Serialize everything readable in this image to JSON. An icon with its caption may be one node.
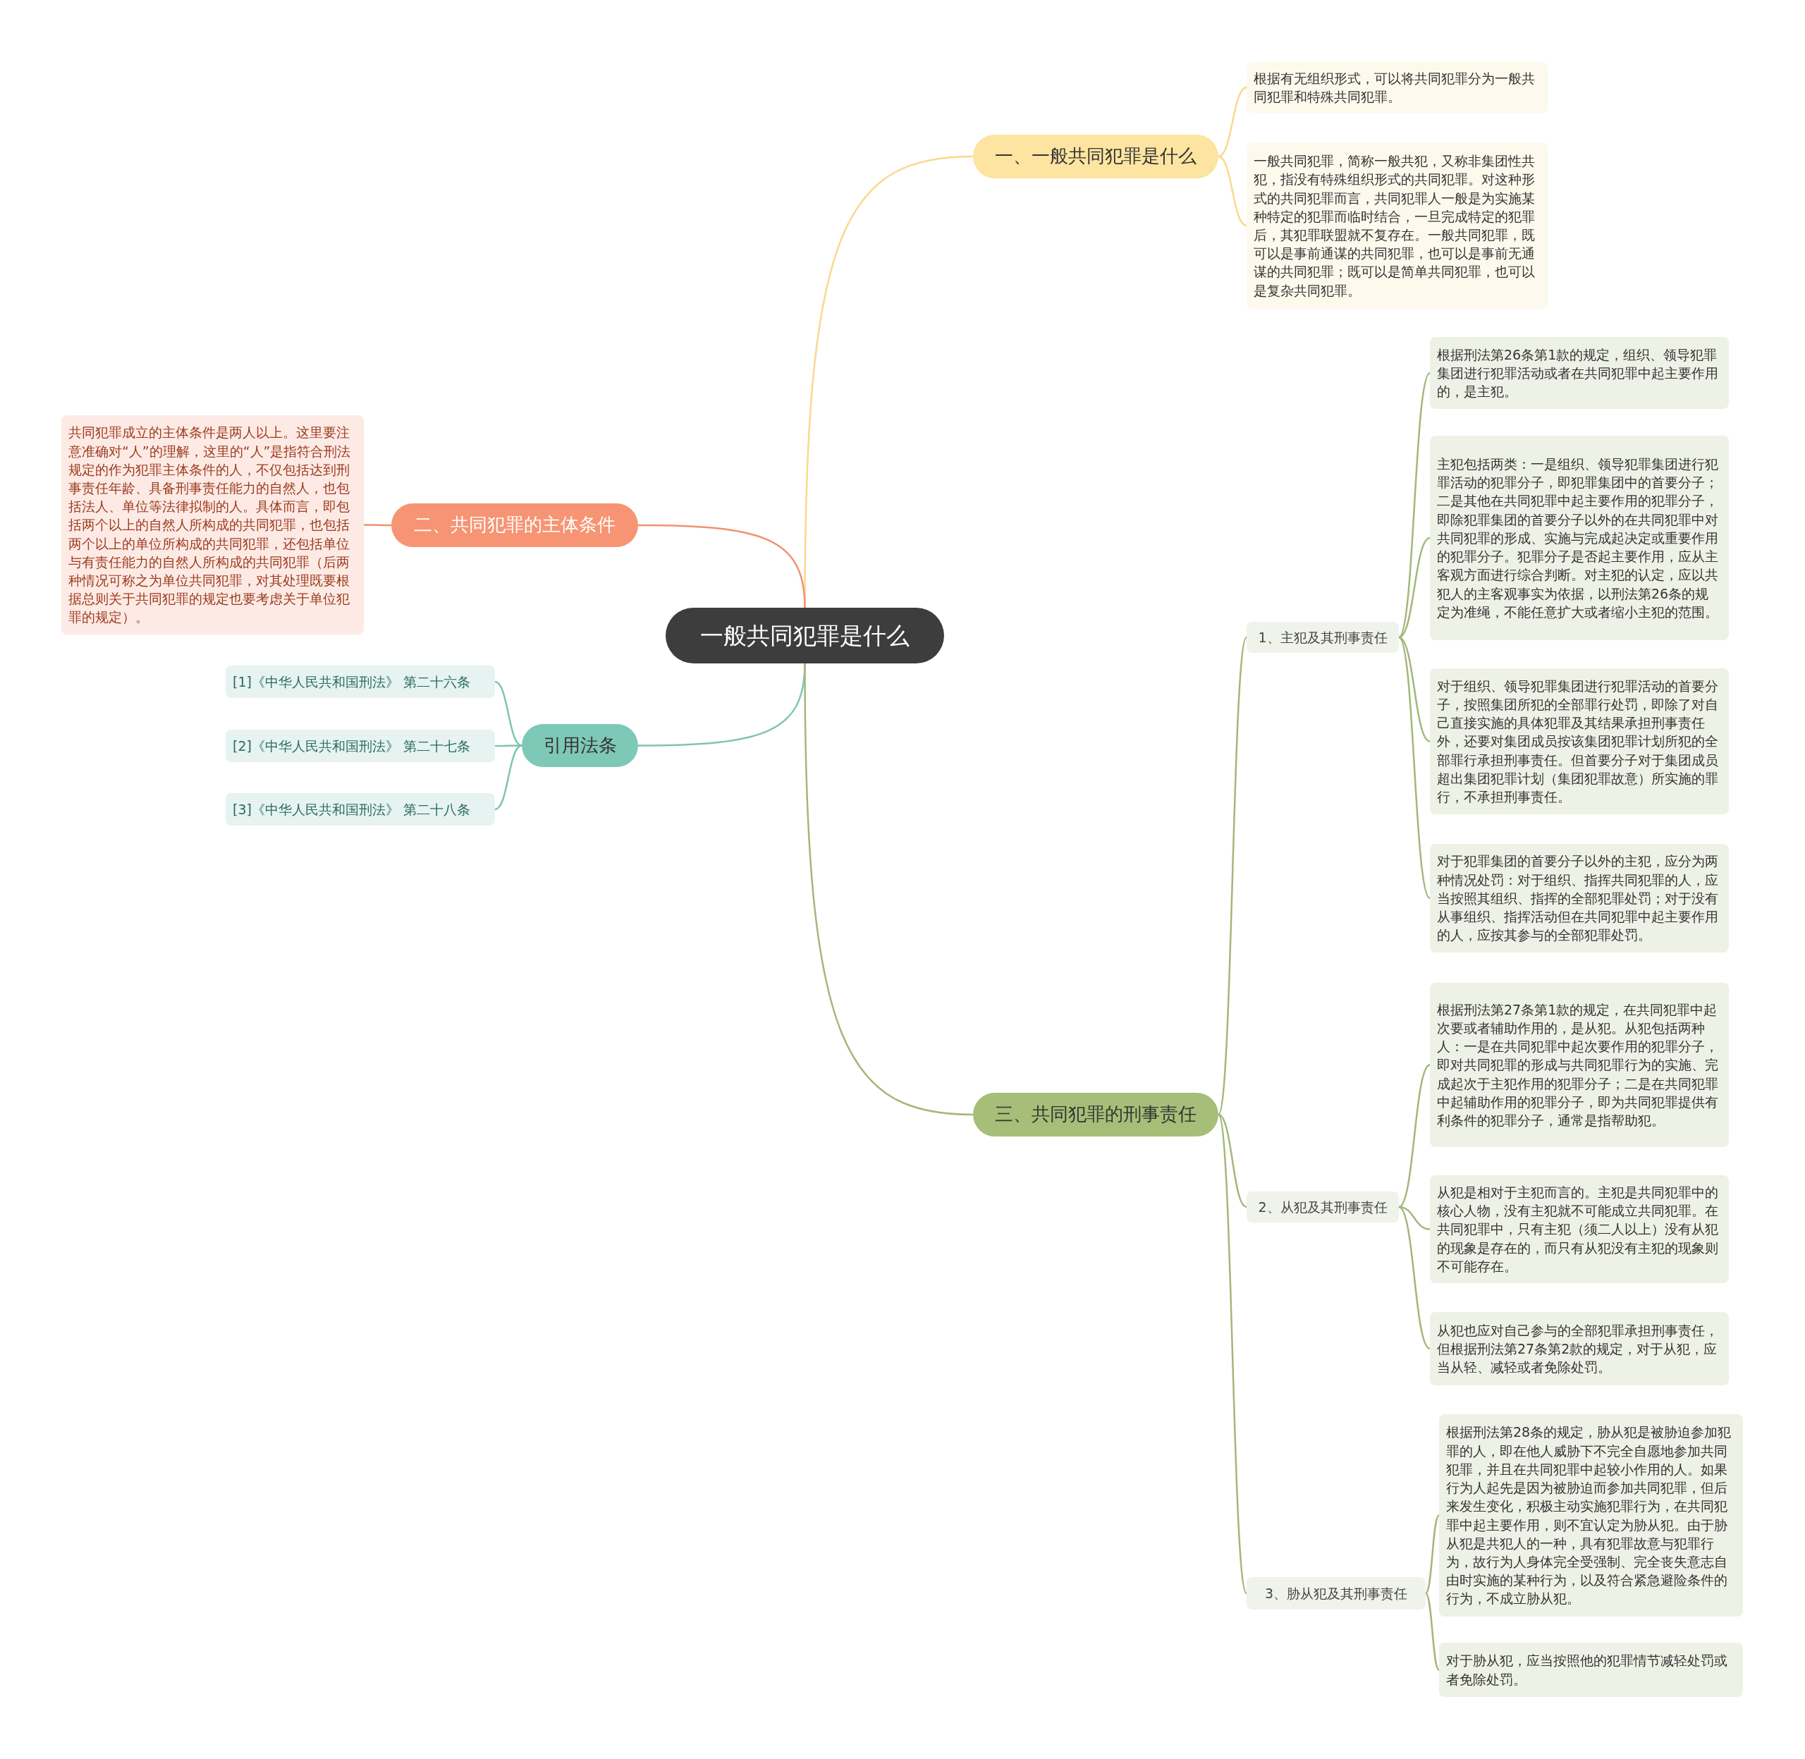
{
  "diagram": {
    "nodes": [
      {
        "text": [
          "一般共同犯罪是什么"
        ]
      },
      {
        "text": [
          "一、一般共同犯罪是什么"
        ]
      },
      {
        "text": [
          "根据有无组织形式，可以将共同犯罪分为一般共同犯罪和特殊共同犯罪。"
        ]
      },
      {
        "text": [
          "一般共同犯罪，简称一般共犯，又称非集团性共犯，指没有特殊组织形式的共同犯罪。对这种形式的共同犯罪而言，共同犯罪人一般是为实施某种特定的犯罪而临时结合，一旦完成特定的犯罪后，其犯罪联盟就不复存在。一般共同犯罪，既可以是事前通谋的共同犯罪，也可以是事前无通谋的共同犯罪；既可以是简单共同犯罪，也可以是复杂共同犯罪。"
        ]
      },
      {
        "text": [
          "二、共同犯罪的主体条件"
        ]
      },
      {
        "text": [
          "共同犯罪成立的主体条件是两人以上。这里要注意准确对“人”的理解，这里的“人”是指符合刑法规定的作为犯罪主体条件的人，不仅包括达到刑事责任年龄、具备刑事责任能力的自然人，也包括法人、单位等法律拟制的人。具体而言，即包括两个以上的自然人所构成的共同犯罪，也包括两个以上的单位所构成的共同犯罪，还包括单位与有责任能力的自然人所构成的共同犯罪（后两种情况可称之为单位共同犯罪，对其处理既要根据总则关于共同犯罪的规定也要考虑关于单位犯罪的规定）。"
        ]
      },
      {
        "text": [
          "引用法条"
        ]
      },
      {
        "text": [
          "[1]《中华人民共和国刑法》 第二十六条"
        ]
      },
      {
        "text": [
          "[2]《中华人民共和国刑法》 第二十七条"
        ]
      },
      {
        "text": [
          "[3]《中华人民共和国刑法》 第二十八条"
        ]
      },
      {
        "text": [
          "三、共同犯罪的刑事责任"
        ]
      },
      {
        "text": [
          "1、主犯及其刑事责任"
        ]
      },
      {
        "text": [
          "根据刑法第26条第1款的规定，组织、领导犯罪集团进行犯罪活动或者在共同犯罪中起主要作用的，是主犯。"
        ]
      },
      {
        "text": [
          "主犯包括两类：一是组织、领导犯罪集团进行犯罪活动的犯罪分子，即犯罪集团中的首要分子；二是其他在共同犯罪中起主要作用的犯罪分子，即除犯罪集团的首要分子以外的在共同犯罪中对共同犯罪的形成、实施与完成起决定或重要作用的犯罪分子。犯罪分子是否起主要作用，应从主客观方面进行综合判断。对主犯的认定，应以共犯人的主客观事实为依据，以刑法第26条的规定为准绳，不能任意扩大或者缩小主犯的范围。"
        ]
      },
      {
        "text": [
          "对于组织、领导犯罪集团进行犯罪活动的首要分子，按照集团所犯的全部罪行处罚，即除了对自己直接实施的具体犯罪及其结果承担刑事责任外，还要对集团成员按该集团犯罪计划所犯的全部罪行承担刑事责任。但首要分子对于集团成员超出集团犯罪计划（集团犯罪故意）所实施的罪行，不承担刑事责任。"
        ]
      },
      {
        "text": [
          "对于犯罪集团的首要分子以外的主犯，应分为两种情况处罚：对于组织、指挥共同犯罪的人，应当按照其组织、指挥的全部犯罪处罚；对于没有从事组织、指挥活动但在共同犯罪中起主要作用的人，应按其参与的全部犯罪处罚。"
        ]
      },
      {
        "text": [
          "2、从犯及其刑事责任"
        ]
      },
      {
        "text": [
          "根据刑法第27条第1款的规定，在共同犯罪中起次要或者辅助作用的，是从犯。从犯包括两种人：一是在共同犯罪中起次要作用的犯罪分子，即对共同犯罪的形成与共同犯罪行为的实施、完成起次于主犯作用的犯罪分子；二是在共同犯罪中起辅助作用的犯罪分子，即为共同犯罪提供有利条件的犯罪分子，通常是指帮助犯。"
        ]
      },
      {
        "text": [
          "从犯是相对于主犯而言的。主犯是共同犯罪中的核心人物，没有主犯就不可能成立共同犯罪。在共同犯罪中，只有主犯（须二人以上）没有从犯的现象是存在的，而只有从犯没有主犯的现象则不可能存在。"
        ]
      },
      {
        "text": [
          "从犯也应对自己参与的全部犯罪承担刑事责任，但根据刑法第27条第2款的规定，对于从犯，应当从轻、减轻或者免除处罚。"
        ]
      },
      {
        "text": [
          "3、胁从犯及其刑事责任"
        ]
      },
      {
        "text": [
          "根据刑法第28条的规定，胁从犯是被胁迫参加犯罪的人，即在他人威胁下不完全自愿地参加共同犯罪，并且在共同犯罪中起较小作用的人。如果行为人起先是因为被胁迫而参加共同犯罪，但后来发生变化，积极主动实施犯罪行为，在共同犯罪中起主要作用，则不宜认定为胁从犯。由于胁从犯是共犯人的一种，具有犯罪故意与犯罪行为，故行为人身体完全受强制、完全丧失意志自由时实施的某种行为，以及符合紧急避险条件的行为，不成立胁从犯。"
        ]
      },
      {
        "text": [
          "对于胁从犯，应当按照他的犯罪情节减轻处罚或者免除处罚。"
        ]
      }
    ],
    "edges": [
      {
        "from": 0,
        "to": 1,
        "arrow": "none",
        "color": "#f9d98c"
      },
      {
        "from": 1,
        "to": 2,
        "arrow": "none",
        "color": "#f9d98c"
      },
      {
        "from": 1,
        "to": 3,
        "arrow": "none",
        "color": "#f9d98c"
      },
      {
        "from": 0,
        "to": 4,
        "arrow": "none",
        "color": "#f0926f"
      },
      {
        "from": 4,
        "to": 5,
        "arrow": "none",
        "color": "#f0926f"
      },
      {
        "from": 0,
        "to": 6,
        "arrow": "none",
        "color": "#7fc4b4"
      },
      {
        "from": 6,
        "to": 7,
        "arrow": "none",
        "color": "#7fc4b4"
      },
      {
        "from": 6,
        "to": 8,
        "arrow": "none",
        "color": "#7fc4b4"
      },
      {
        "from": 6,
        "to": 9,
        "arrow": "none",
        "color": "#7fc4b4"
      },
      {
        "from": 0,
        "to": 10,
        "arrow": "none"
      },
      {
        "from": 10,
        "to": 11,
        "arrow": "none"
      },
      {
        "from": 11,
        "to": 12,
        "arrow": "none"
      },
      {
        "from": 11,
        "to": 13,
        "arrow": "none"
      },
      {
        "from": 11,
        "to": 14,
        "arrow": "none"
      },
      {
        "from": 11,
        "to": 15,
        "arrow": "none"
      },
      {
        "from": 10,
        "to": 16,
        "arrow": "none"
      },
      {
        "from": 16,
        "to": 17,
        "arrow": "none"
      },
      {
        "from": 16,
        "to": 18,
        "arrow": "none"
      },
      {
        "from": 16,
        "to": 19,
        "arrow": "none"
      },
      {
        "from": 10,
        "to": 20,
        "arrow": "none"
      },
      {
        "from": 20,
        "to": 21,
        "arrow": "none"
      },
      {
        "from": 20,
        "to": 22,
        "arrow": "none"
      }
    ]
  }
}
